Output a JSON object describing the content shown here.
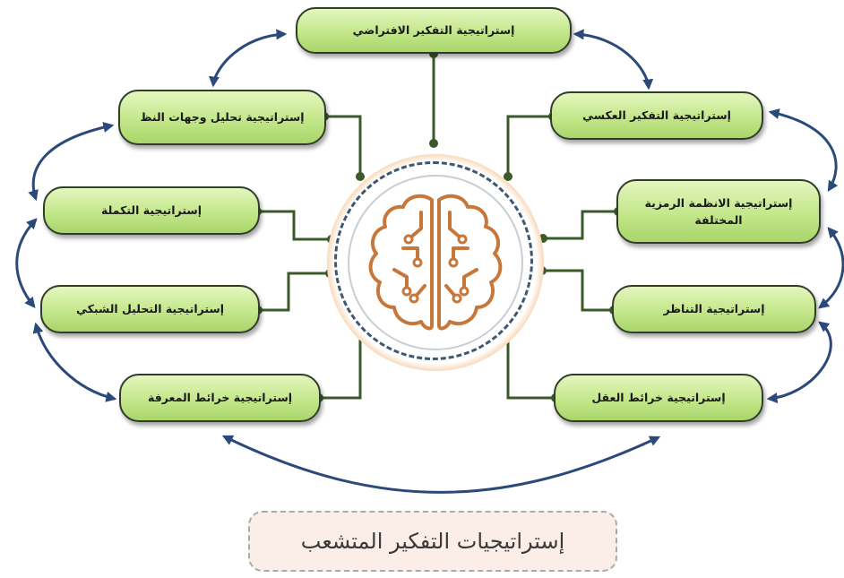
{
  "title": "إستراتيجيات التفكير المتشعب",
  "strategies": {
    "top": "إستراتيجية التفكير الافتراضي",
    "left_1": "إستراتيجية تحليل وجهات النظ",
    "left_2": "إستراتيجية التكملة",
    "left_3": "إستراتيجية التحليل الشبكي",
    "left_4": "إستراتيجية خرائط المعرفة",
    "right_1": "إستراتيجية التفكير العكسي",
    "right_2": "إستراتيجية الانظمة الرمزية المختلفة",
    "right_3": "إستراتيجية التناظر",
    "right_4": "إستراتيجية خرائط العقل"
  },
  "center_icon": "brain-circuit-icon",
  "colors": {
    "pill_fill": "#c3e78a",
    "connector": "#3b5a2a",
    "arrow": "#2b4a7a",
    "brain": "#c8773a",
    "ring": "#3e5874"
  }
}
